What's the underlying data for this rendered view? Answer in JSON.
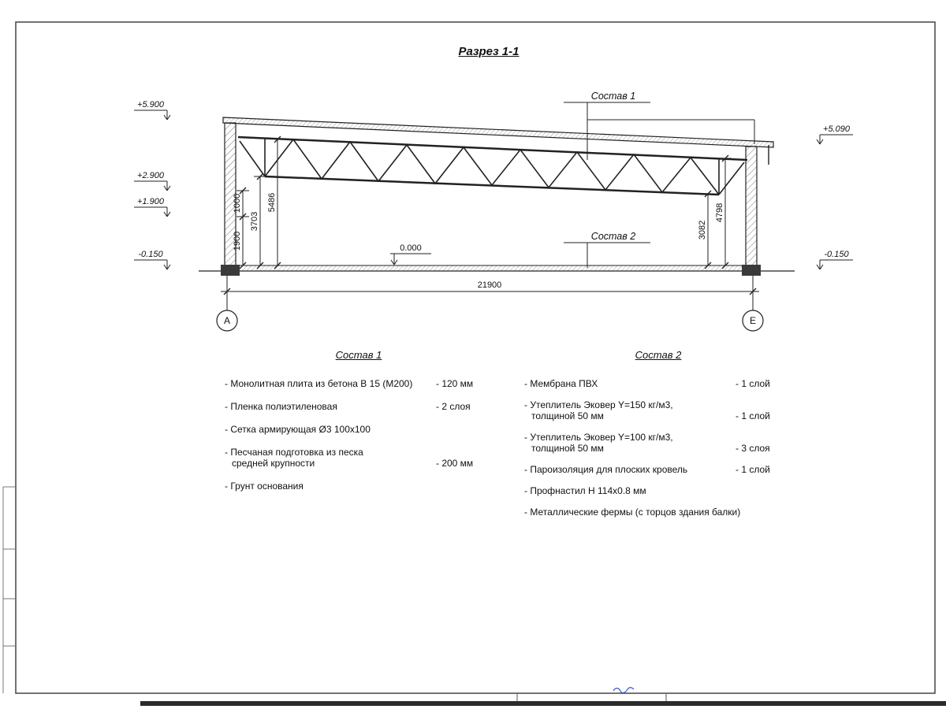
{
  "sheet": {
    "title": "Разрез 1-1"
  },
  "drawing": {
    "labels": {
      "sostav1": "Состав 1",
      "sostav2": "Состав 2",
      "zero_level": "0.000"
    },
    "elevations": {
      "left_top": "+5.900",
      "left_mid1": "+2.900",
      "left_mid2": "+1.900",
      "left_base": "-0.150",
      "right_top": "+5.090",
      "right_base": "-0.150"
    },
    "dimensions": {
      "span": "21900",
      "left_chain": [
        "1900",
        "1000",
        "3703",
        "5486"
      ],
      "right_chain": [
        "3082",
        "4798"
      ]
    },
    "axes": {
      "left": "А",
      "right": "Е"
    }
  },
  "legend1": {
    "title": "Состав 1",
    "items": [
      {
        "text": "- Монолитная плита из бетона В 15 (М200)",
        "text2": "",
        "value": "- 120 мм"
      },
      {
        "text": "- Пленка полиэтиленовая",
        "text2": "",
        "value": "- 2 слоя"
      },
      {
        "text": "- Сетка армирующая Ø3 100х100",
        "text2": "",
        "value": ""
      },
      {
        "text": "- Песчаная подготовка из песка",
        "text2": "средней крупности",
        "value": "- 200 мм"
      },
      {
        "text": "- Грунт основания",
        "text2": "",
        "value": ""
      }
    ]
  },
  "legend2": {
    "title": "Состав 2",
    "items": [
      {
        "text": "- Мембрана ПВХ",
        "text2": "",
        "value": "- 1 слой"
      },
      {
        "text": "- Утеплитель Эковер Y=150 кг/м3,",
        "text2": "толщиной 50 мм",
        "value": "- 1 слой"
      },
      {
        "text": "- Утеплитель Эковер Y=100 кг/м3,",
        "text2": "толщиной 50 мм",
        "value": "- 3 слоя"
      },
      {
        "text": "- Пароизоляция для плоских кровель",
        "text2": "",
        "value": "- 1 слой"
      },
      {
        "text": "- Профнастил Н 114х0.8 мм",
        "text2": "",
        "value": ""
      },
      {
        "text": "- Металлические фермы (с торцов здания балки)",
        "text2": "",
        "value": ""
      }
    ]
  },
  "colors": {
    "ink": "#1a1a1a",
    "scan_mark_blue": "#3b55c4"
  }
}
